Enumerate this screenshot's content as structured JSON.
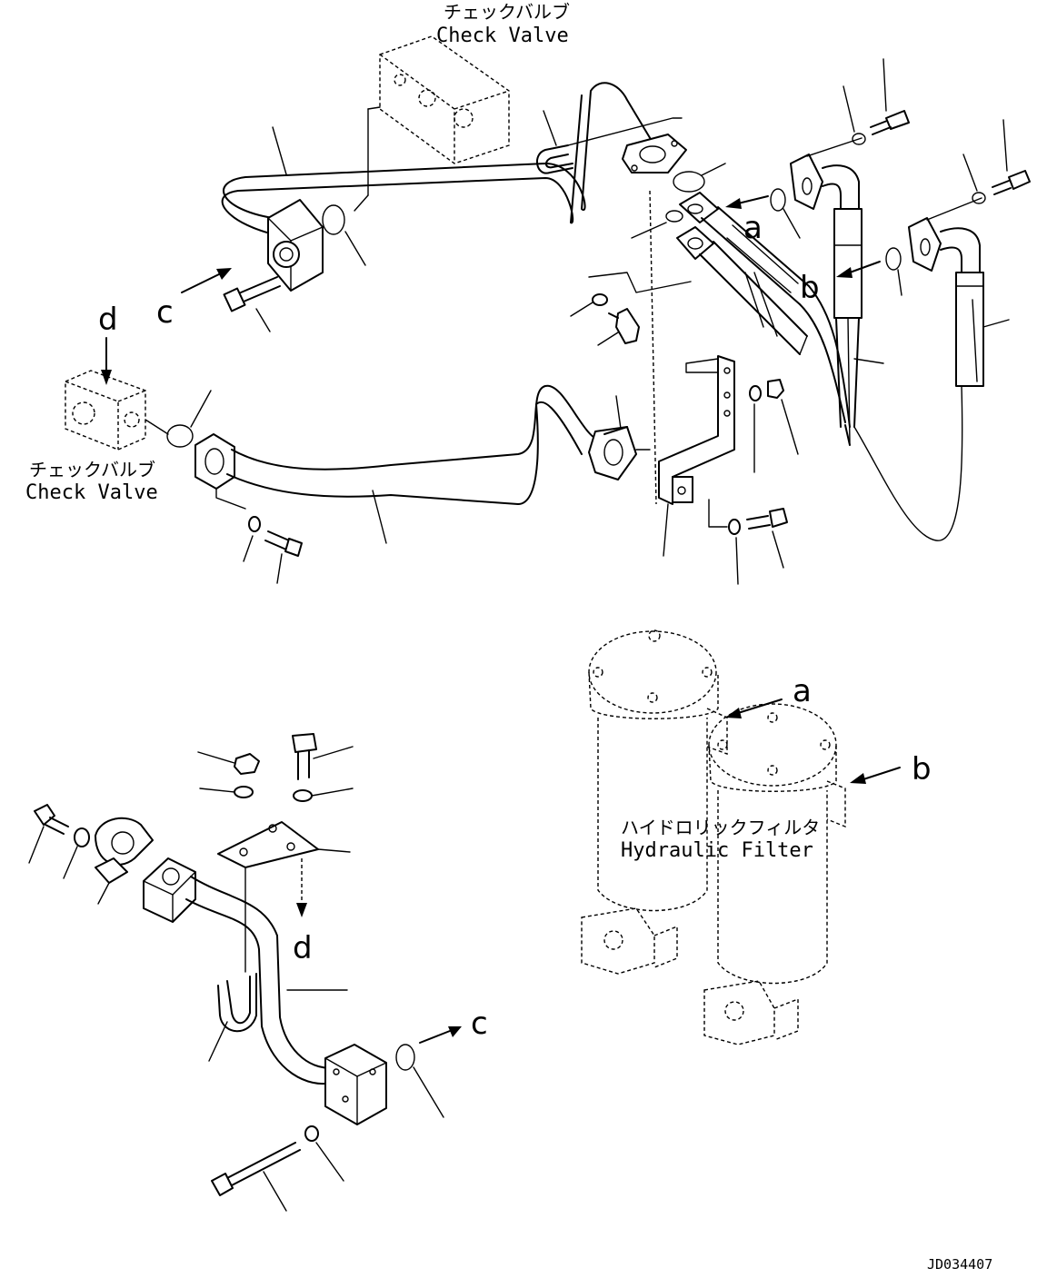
{
  "labels": {
    "check_valve_jp": "チェックバルブ",
    "check_valve_en": "Check Valve",
    "hydraulic_filter_jp": "ハイドロリックフィルタ",
    "hydraulic_filter_en": "Hydraulic Filter",
    "drawing_number": "JD034407"
  },
  "reference_letters": {
    "a": "a",
    "b": "b",
    "c": "c",
    "d": "d"
  }
}
